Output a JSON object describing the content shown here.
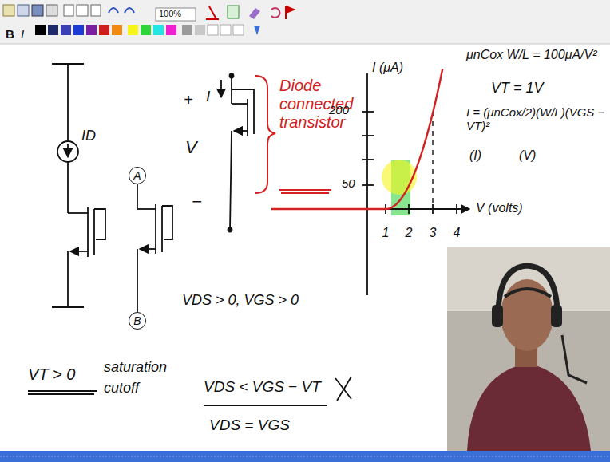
{
  "diagram": {
    "nodes": [
      {
        "text": [
          "A"
        ]
      },
      {
        "text": [
          "B"
        ]
      }
    ],
    "labels": [
      "B",
      "I",
      "100%",
      "ID",
      "+",
      "I",
      "V",
      "−",
      "Diode connected transistor",
      "I (μA)",
      "200",
      "50",
      "μnCox W/L = 100μA/V²",
      "VT = 1V",
      "I = (μnCox/2)(W/L)(VGS − VT)²",
      "(I)",
      "(V)",
      "V (volts)",
      "1",
      "2",
      "3",
      "4",
      "VDS > 0, VGS > 0",
      "VT > 0",
      "saturation",
      "cutoff",
      "VDS < VGS − VT",
      "VDS = VGS"
    ]
  }
}
